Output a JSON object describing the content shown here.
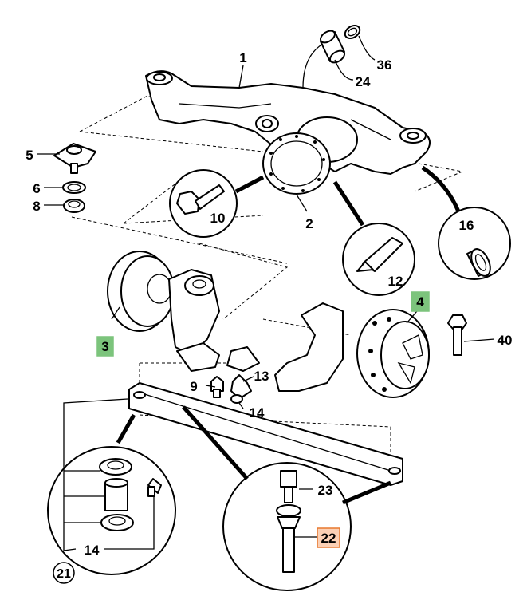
{
  "diagram": {
    "callouts": [
      {
        "id": "c1",
        "label": "1",
        "fill": "none",
        "stroke": "none"
      },
      {
        "id": "c2",
        "label": "2",
        "fill": "none",
        "stroke": "none"
      },
      {
        "id": "c3",
        "label": "3",
        "fill": "#7cc47c",
        "stroke": "#7cc47c"
      },
      {
        "id": "c4",
        "label": "4",
        "fill": "#7cc47c",
        "stroke": "#7cc47c"
      },
      {
        "id": "c5",
        "label": "5",
        "fill": "none",
        "stroke": "none"
      },
      {
        "id": "c6",
        "label": "6",
        "fill": "none",
        "stroke": "none"
      },
      {
        "id": "c8",
        "label": "8",
        "fill": "none",
        "stroke": "none"
      },
      {
        "id": "c9",
        "label": "9",
        "fill": "none",
        "stroke": "none"
      },
      {
        "id": "c10",
        "label": "10",
        "fill": "none",
        "stroke": "none"
      },
      {
        "id": "c12",
        "label": "12",
        "fill": "none",
        "stroke": "none"
      },
      {
        "id": "c13",
        "label": "13",
        "fill": "none",
        "stroke": "none"
      },
      {
        "id": "c14a",
        "label": "14",
        "fill": "none",
        "stroke": "none"
      },
      {
        "id": "c14b",
        "label": "14",
        "fill": "none",
        "stroke": "none"
      },
      {
        "id": "c16",
        "label": "16",
        "fill": "none",
        "stroke": "none"
      },
      {
        "id": "c21",
        "label": "21",
        "fill": "none",
        "stroke": "none"
      },
      {
        "id": "c22",
        "label": "22",
        "fill": "#fbd0b5",
        "stroke": "#e8792f"
      },
      {
        "id": "c23",
        "label": "23",
        "fill": "none",
        "stroke": "none"
      },
      {
        "id": "c24",
        "label": "24",
        "fill": "none",
        "stroke": "none"
      },
      {
        "id": "c36",
        "label": "36",
        "fill": "none",
        "stroke": "none"
      },
      {
        "id": "c40",
        "label": "40",
        "fill": "none",
        "stroke": "none"
      }
    ]
  }
}
